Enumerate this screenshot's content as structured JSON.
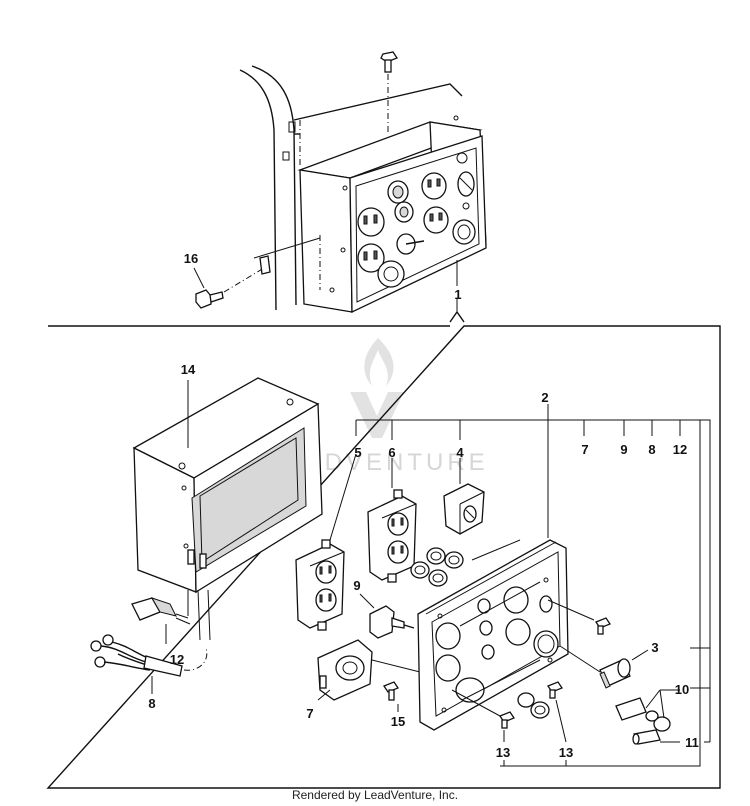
{
  "callouts": {
    "c1": "1",
    "c2": "2",
    "c3": "3",
    "c4": "4",
    "c5": "5",
    "c6": "6",
    "c7a": "7",
    "c7b": "7",
    "c8a": "8",
    "c8b": "8",
    "c9a": "9",
    "c9b": "9",
    "c10": "10",
    "c11": "11",
    "c12a": "12",
    "c12b": "12",
    "c13a": "13",
    "c13b": "13",
    "c14": "14",
    "c15": "15",
    "c16": "16"
  },
  "watermark": {
    "text": "LEADVENTURE"
  },
  "footer": {
    "text": "Rendered by LeadVenture, Inc."
  }
}
